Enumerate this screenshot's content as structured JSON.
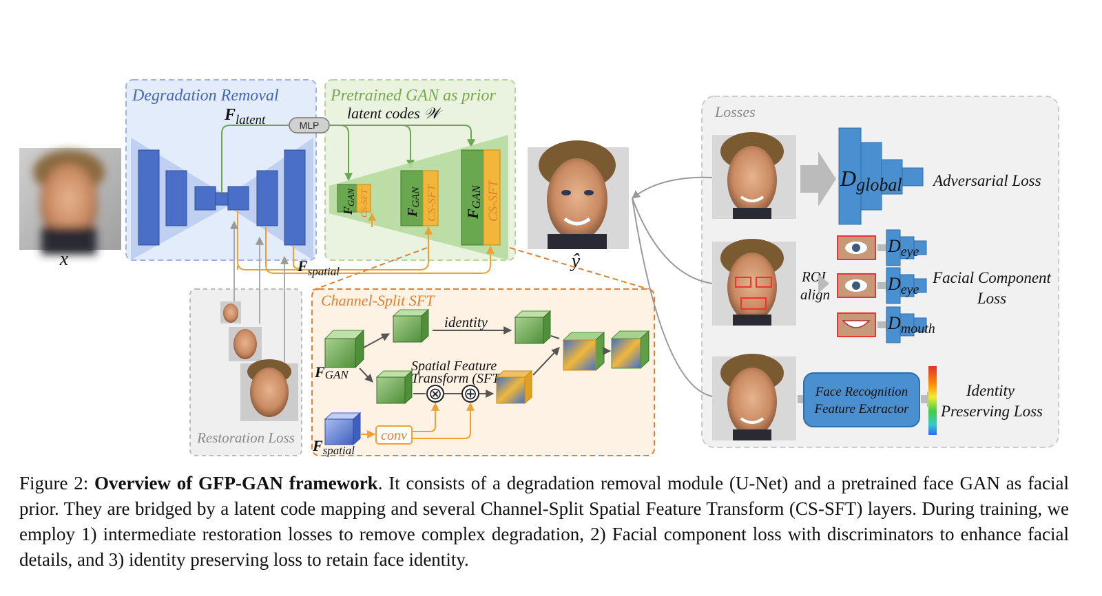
{
  "figure": {
    "degradation_removal_title": "Degradation Removal",
    "pretrained_gan_title": "Pretrained GAN as prior",
    "f_latent": {
      "main": "F",
      "sub": "latent"
    },
    "mlp_label": "MLP",
    "latent_codes_label": "latent codes 𝒲",
    "input_label": "x",
    "output_label": "ŷ",
    "f_gan_label": {
      "main": "F",
      "sub": "GAN"
    },
    "cs_sft_label": "CS-SFT",
    "f_spatial": {
      "main": "F",
      "sub": "spatial"
    },
    "restoration_loss_label": "Restoration Loss",
    "csft_panel": {
      "title": "Channel-Split SFT",
      "identity_label": "identity",
      "sft_label_line1": "Spatial Feature",
      "sft_label_line2": "Transform (SFT)",
      "conv_label": "conv",
      "multiply_symbol": "⊗",
      "add_symbol": "⊕"
    },
    "losses_panel": {
      "title": "Losses",
      "d_global": {
        "main": "D",
        "sub": "global"
      },
      "adversarial_loss": "Adversarial Loss",
      "roi_line1": "ROI",
      "roi_line2": "align",
      "d_eye": {
        "main": "D",
        "sub": "eye"
      },
      "d_mouth": {
        "main": "D",
        "sub": "mouth"
      },
      "facial_component_line1": "Facial Component",
      "facial_component_line2": "Loss",
      "face_rec_line1": "Face Recognition",
      "face_rec_line2": "Feature Extractor",
      "identity_loss_line1": "Identity",
      "identity_loss_line2": "Preserving Loss"
    },
    "colors": {
      "blue": "#4a6fc7",
      "green": "#6aa84f",
      "orange": "#f0a030",
      "grey_box": "#bbbbbb",
      "title_blue": "#4466bb",
      "title_green": "#77aa44",
      "title_orange": "#e08030"
    }
  },
  "caption": {
    "prefix": "Figure 2: ",
    "bold": "Overview of GFP-GAN framework",
    "text": ". It consists of a degradation removal module (U-Net) and a pretrained face GAN as facial prior. They are bridged by a latent code mapping and several Channel-Split Spatial Feature Transform (CS-SFT) layers. During training, we employ 1) intermediate restoration losses to remove complex degradation, 2) Facial component loss with discriminators to enhance facial details, and 3) identity preserving loss to retain face identity."
  }
}
